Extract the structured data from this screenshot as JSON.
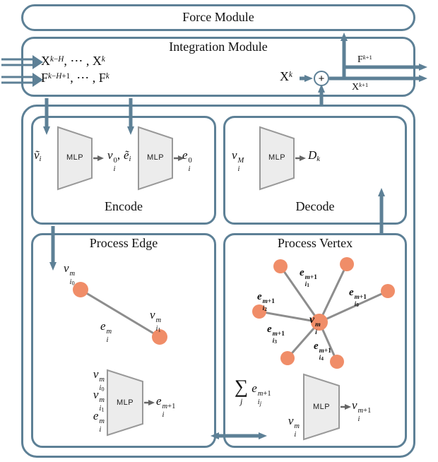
{
  "colors": {
    "frame": "#5d8096",
    "arrow": "#5d8096",
    "node": "#f08d68",
    "mlp_fill": "#ececec",
    "mlp_border": "#999999",
    "graph_edge": "#8d8d8d"
  },
  "force_module": {
    "title": "Force Module"
  },
  "integration_module": {
    "title": "Integration Module",
    "history_x": "X^{k−H}, ⋯ , X^k",
    "history_f": "F^{k−H+1}, ⋯ , F^k",
    "x_current": "X^k",
    "plus": "+",
    "f_next": "F^{k+1}",
    "x_next": "X^{k+1}"
  },
  "encode": {
    "title": "Encode",
    "mlp_label": "MLP",
    "input_v": "ṽ_i",
    "output_v": "v_i^0,",
    "input_e": "ẽ_i",
    "output_e": "e_i^0"
  },
  "decode": {
    "title": "Decode",
    "mlp_label": "MLP",
    "input": "v_i^M",
    "output": "D_k"
  },
  "process_edge": {
    "title": "Process Edge",
    "node0_label": "v_{i_0}^m",
    "node1_label": "v_{i_1}^m",
    "edge_label": "e_i^m",
    "mlp_label": "MLP",
    "inputs": [
      "v_{i_0}^m",
      "v_{i_1}^m",
      "e_i^m"
    ],
    "output": "e_i^{m+1}"
  },
  "process_vertex": {
    "title": "Process Vertex",
    "center_label": "v_i^m",
    "edge_labels": [
      "e_{i_0}^{m+1}",
      "e_{i_1}^{m+1}",
      "e_{i_2}^{m+1}",
      "e_{i_3}^{m+1}",
      "e_{i_4}^{m+1}"
    ],
    "sum_symbol": "∑",
    "sum_sub": "j",
    "sum_term": "e_{i_j}^{m+1}",
    "mlp_input": "v_i^m",
    "mlp_label": "MLP",
    "output": "v_i^{m+1}"
  }
}
